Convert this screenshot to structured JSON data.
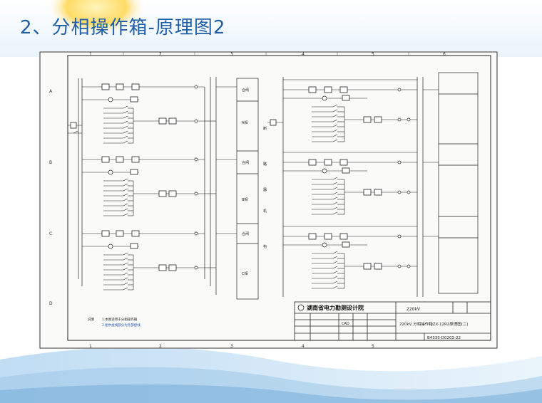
{
  "slide": {
    "title": "2、分相操作箱-原理图2"
  },
  "drawing": {
    "grid_columns": [
      "1",
      "2",
      "3",
      "4",
      "5",
      "6"
    ],
    "grid_rows": [
      "A",
      "B",
      "C",
      "D"
    ],
    "phase_labels": [
      "A相",
      "B相",
      "C相"
    ],
    "box_labels": [
      "合闸",
      "合闸",
      "合闸"
    ],
    "vertical_text": [
      "断",
      "路",
      "器",
      "机",
      "构"
    ],
    "note": {
      "title": "说明",
      "line1": "1.本图适用于分相操作箱",
      "line2": "2.图中虚线部分为外部接线"
    },
    "title_block": {
      "org_name": "湖南省电力勘测设计院",
      "voltage": "220kV",
      "project": "220kV 分相操作箱ZX-12R2原理图(二)",
      "cad_label": "CAD",
      "drawing_no": "B433S-D0203-22"
    }
  }
}
